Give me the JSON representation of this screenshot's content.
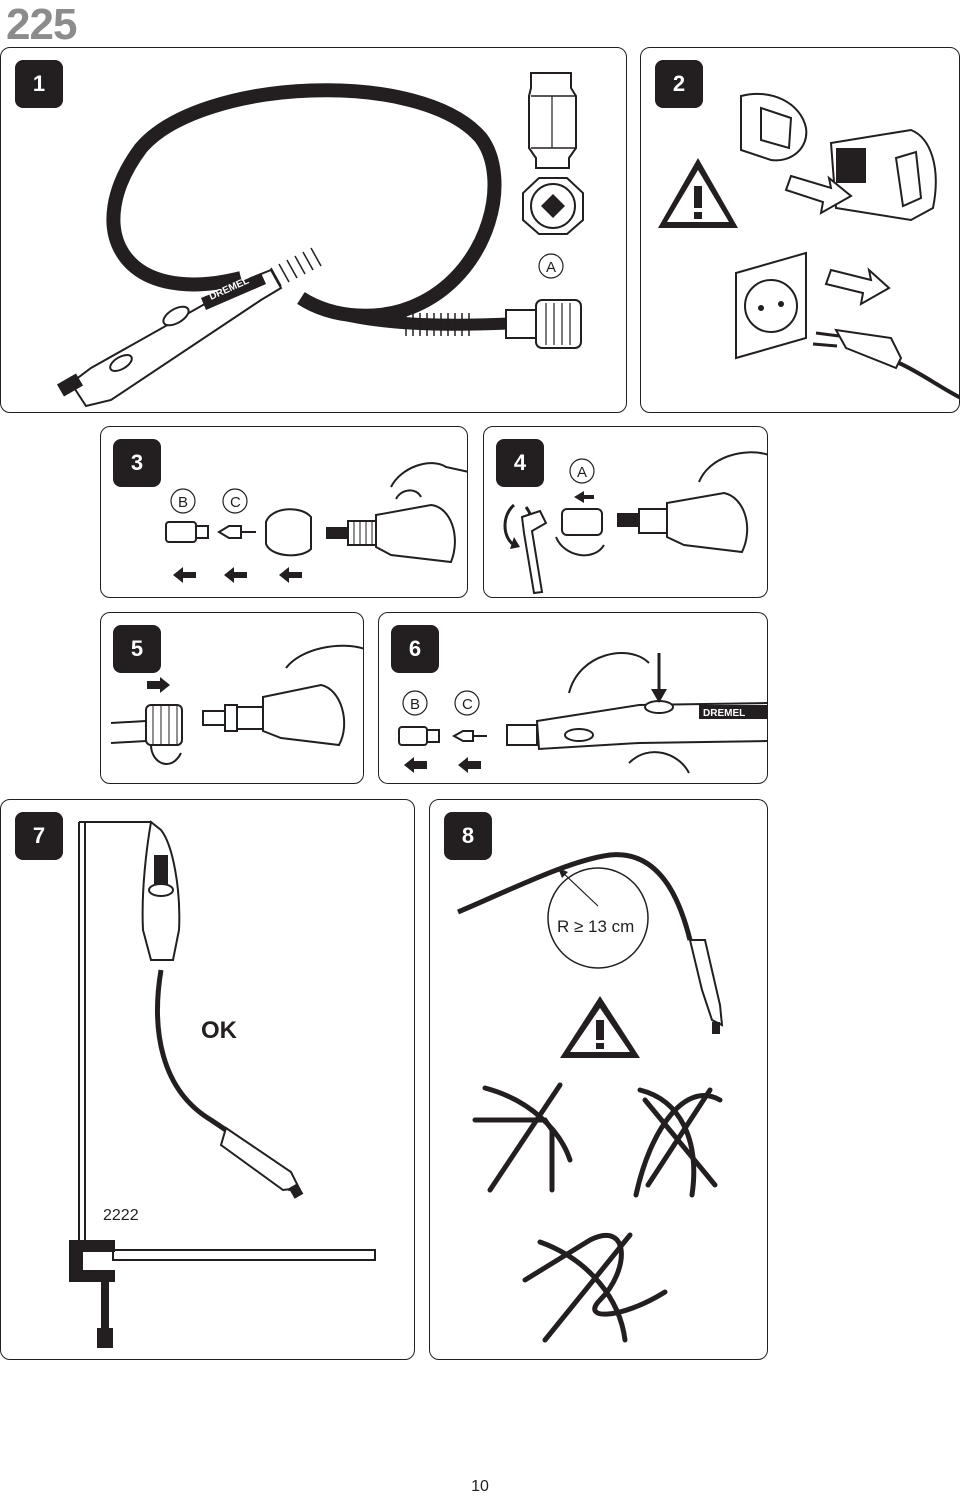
{
  "header": {
    "model_number": "225"
  },
  "steps": [
    {
      "number": "1",
      "callouts": [
        "A"
      ]
    },
    {
      "number": "2",
      "warning_icon": "warning-triangle-icon"
    },
    {
      "number": "3",
      "callouts": [
        "B",
        "C"
      ]
    },
    {
      "number": "4",
      "callouts": [
        "A"
      ]
    },
    {
      "number": "5"
    },
    {
      "number": "6",
      "callouts": [
        "B",
        "C"
      ]
    },
    {
      "number": "7",
      "ok_label": "OK",
      "clamp_label": "2222"
    },
    {
      "number": "8",
      "radius_label": "R ≥ 13 cm",
      "warning_icon": "warning-triangle-icon"
    }
  ],
  "brand_text": "DREMEL",
  "footer": {
    "page_number": "10"
  }
}
